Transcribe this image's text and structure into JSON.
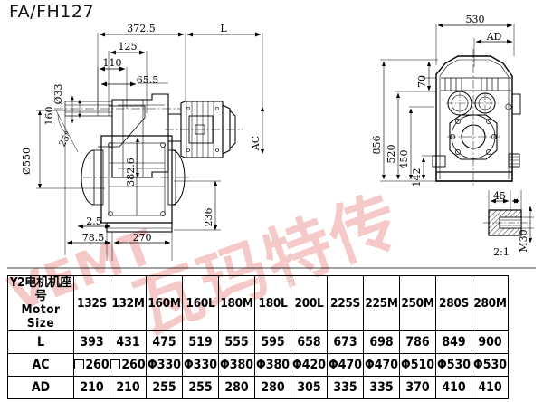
{
  "drawing": {
    "title": "FA/FH127",
    "scale_note": "2:1",
    "watermark": {
      "latin": "VEMT",
      "cjk": "瓦玛特传"
    },
    "front_view": {
      "dimensions": {
        "overall_top": "372.5",
        "length_symbol": "L",
        "d125": "125",
        "d110": "110",
        "d65_5": "65.5",
        "shaft_dia": "Ø33",
        "d160": "160",
        "angle": "25°",
        "flange_dia": "Ø550",
        "d382_6": "382.6",
        "motor_height": "AC",
        "d236": "236",
        "d2_5": "2.5",
        "d78_5": "78.5",
        "d270": "270"
      }
    },
    "side_view": {
      "dimensions": {
        "d530": "530",
        "ad": "AD",
        "d70": "70",
        "d856": "856",
        "d520": "520",
        "d450": "450",
        "d142": "142"
      }
    },
    "detail_view": {
      "dimensions": {
        "d45": "45",
        "thread": "M30"
      },
      "scale": "2:1"
    }
  },
  "table": {
    "header_label_cn": "Y2电机机座号",
    "header_label_en": "Motor Size",
    "motor_sizes": [
      "132S",
      "132M",
      "160M",
      "160L",
      "180M",
      "180L",
      "200L",
      "225S",
      "225M",
      "250M",
      "280S",
      "280M"
    ],
    "rows": [
      {
        "label": "L",
        "values": [
          "393",
          "431",
          "475",
          "519",
          "555",
          "595",
          "658",
          "673",
          "698",
          "786",
          "849",
          "900"
        ]
      },
      {
        "label": "AC",
        "values": [
          "□260",
          "□260",
          "Φ330",
          "Φ330",
          "Φ380",
          "Φ380",
          "Φ420",
          "Φ470",
          "Φ470",
          "Φ510",
          "Φ530",
          "Φ530"
        ]
      },
      {
        "label": "AD",
        "values": [
          "210",
          "210",
          "255",
          "255",
          "280",
          "280",
          "305",
          "335",
          "335",
          "370",
          "410",
          "410"
        ]
      }
    ]
  },
  "colors": {
    "line": "#000000",
    "watermark": "#f6c9c9",
    "background": "#ffffff"
  }
}
